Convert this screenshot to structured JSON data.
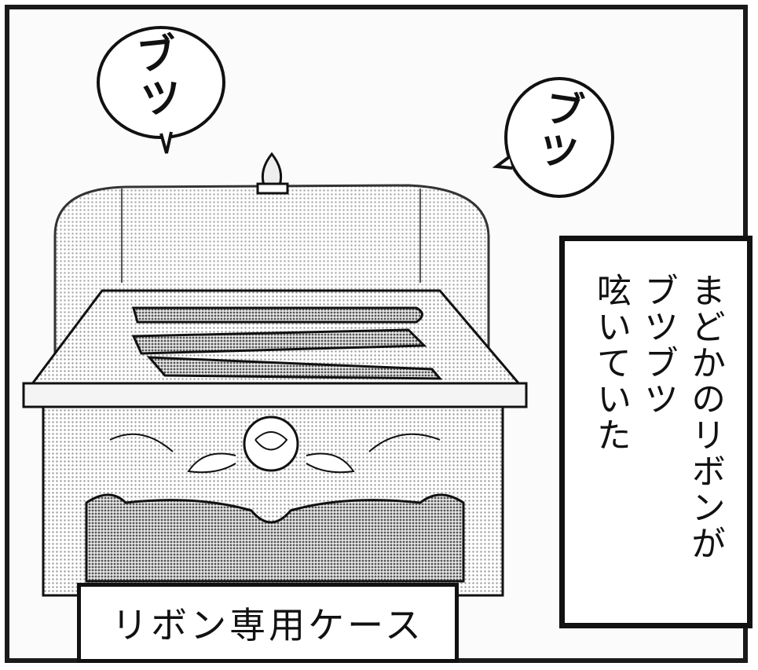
{
  "sound_effects": [
    {
      "text": "ブツ"
    },
    {
      "text": "ブツ"
    }
  ],
  "narration": {
    "text": "まどかのリボンが\nブツブツ\n呟いていた"
  },
  "case_label": {
    "text": "リボン専用ケース"
  },
  "colors": {
    "ink": "#111111",
    "paper": "#ffffff",
    "screentone": "#c8c8c8"
  }
}
